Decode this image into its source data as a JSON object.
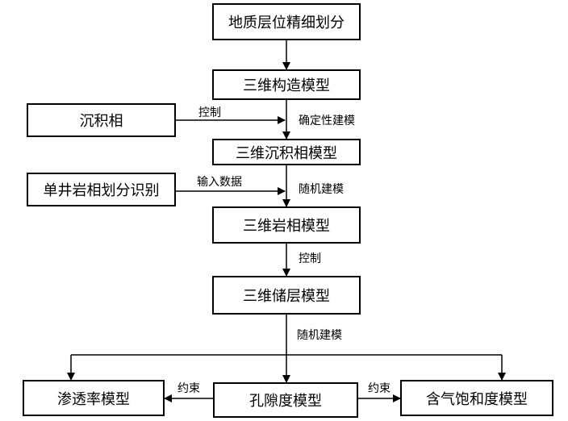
{
  "nodes": {
    "strat_division": "地质层位精细划分",
    "structure_model": "三维构造模型",
    "sed_facies": "沉积相",
    "sed_facies_model": "三维沉积相模型",
    "well_facies": "单井岩相划分识别",
    "litho_model": "三维岩相模型",
    "reservoir_model": "三维储层模型",
    "perm_model": "渗透率模型",
    "porosity_model": "孔隙度模型",
    "gas_sat_model": "含气饱和度模型"
  },
  "edge_labels": {
    "control_1": "控制",
    "deterministic": "确定性建模",
    "input_data": "输入数据",
    "stochastic_1": "随机建模",
    "control_2": "控制",
    "stochastic_2": "随机建模",
    "constraint_left": "约束",
    "constraint_right": "约束"
  },
  "colors": {
    "line": "#000000",
    "box_fill": "#ffffff"
  }
}
